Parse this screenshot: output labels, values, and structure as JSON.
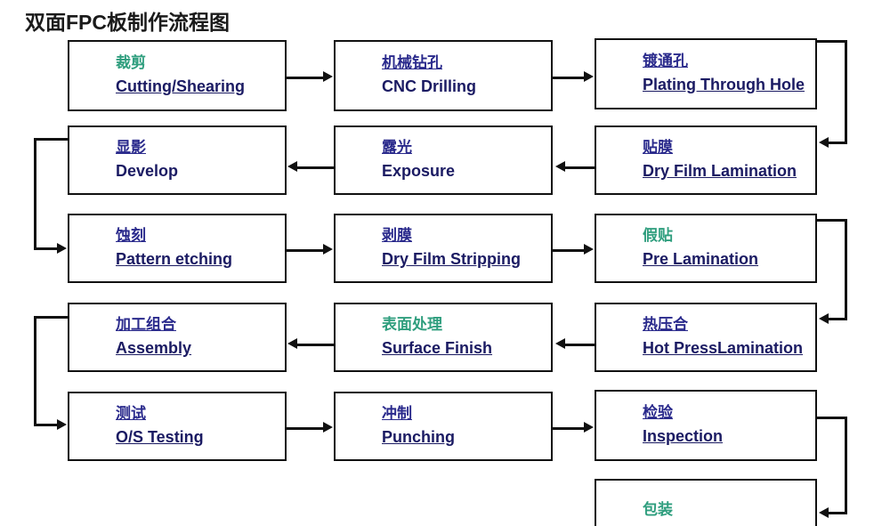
{
  "title": "双面FPC板制作流程图",
  "colors": {
    "navy": "#2a2a8c",
    "green": "#2f9e7e",
    "english": "#1b1b63",
    "line": "#111111",
    "background": "#ffffff"
  },
  "nodes": [
    {
      "id": "cutting",
      "cn": "裁剪",
      "en": "Cutting/Shearing",
      "cn_color": "green",
      "row": 1,
      "col": 1
    },
    {
      "id": "drilling",
      "cn": "机械钻孔",
      "en": "CNC Drilling",
      "cn_color": "navy",
      "row": 1,
      "col": 2
    },
    {
      "id": "plating",
      "cn": "镀通孔",
      "en": "Plating Through Hole",
      "cn_color": "navy",
      "row": 1,
      "col": 3
    },
    {
      "id": "develop",
      "cn": "显影",
      "en": "Develop",
      "cn_color": "navy",
      "row": 2,
      "col": 1
    },
    {
      "id": "exposure",
      "cn": "露光",
      "en": "Exposure",
      "cn_color": "navy",
      "row": 2,
      "col": 2
    },
    {
      "id": "dryfilmlam",
      "cn": "贴膜",
      "en": "Dry Film Lamination",
      "cn_color": "navy",
      "row": 2,
      "col": 3
    },
    {
      "id": "etching",
      "cn": "蚀刻",
      "en": "Pattern etching",
      "cn_color": "navy",
      "row": 3,
      "col": 1
    },
    {
      "id": "stripping",
      "cn": "剥膜",
      "en": "Dry Film Stripping",
      "cn_color": "navy",
      "row": 3,
      "col": 2
    },
    {
      "id": "prelam",
      "cn": "假贴",
      "en": "Pre Lamination",
      "cn_color": "green",
      "row": 3,
      "col": 3
    },
    {
      "id": "assembly",
      "cn": "加工组合",
      "en": "Assembly",
      "cn_color": "navy",
      "row": 4,
      "col": 1
    },
    {
      "id": "surface",
      "cn": "表面处理",
      "en": "Surface  Finish",
      "cn_color": "green",
      "row": 4,
      "col": 2
    },
    {
      "id": "hotpress",
      "cn": "热压合",
      "en": "Hot PressLamination",
      "cn_color": "navy",
      "row": 4,
      "col": 3
    },
    {
      "id": "testing",
      "cn": "测试",
      "en": "O/S Testing",
      "cn_color": "navy",
      "row": 5,
      "col": 1
    },
    {
      "id": "punching",
      "cn": "冲制",
      "en": "Punching",
      "cn_color": "navy",
      "row": 5,
      "col": 2
    },
    {
      "id": "inspection",
      "cn": "检验",
      "en": "Inspection",
      "cn_color": "navy",
      "row": 5,
      "col": 3
    },
    {
      "id": "packaging",
      "cn": "包装",
      "en": "",
      "cn_color": "green",
      "row": 6,
      "col": 3
    }
  ],
  "flow": {
    "row1": [
      "裁剪 Cutting/Shearing",
      "机械钻孔 CNC Drilling",
      "镀通孔 Plating Through Hole"
    ],
    "row2": [
      "贴膜 Dry Film Lamination",
      "露光 Exposure",
      "显影 Develop"
    ],
    "row3": [
      "蚀刻 Pattern etching",
      "剥膜 Dry Film Stripping",
      "假贴 Pre Lamination"
    ],
    "row4": [
      "热压合 Hot PressLamination",
      "表面处理 Surface  Finish",
      "加工组合 Assembly"
    ],
    "row5": [
      "测试 O/S Testing",
      "冲制 Punching",
      "检验 Inspection"
    ],
    "row6": [
      "包装 Packaging"
    ]
  }
}
